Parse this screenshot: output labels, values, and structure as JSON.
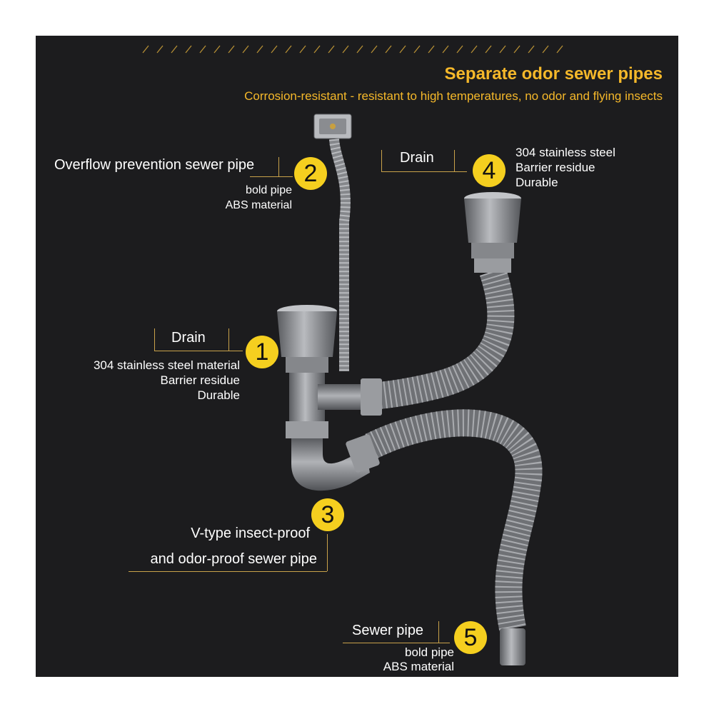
{
  "header": {
    "title": "Separate odor sewer pipes",
    "subtitle": "Corrosion-resistant - resistant to high temperatures, no odor and flying insects"
  },
  "callouts": [
    {
      "number": "1",
      "label": "Drain",
      "lines": [
        "304 stainless steel material",
        "Barrier residue",
        "Durable"
      ]
    },
    {
      "number": "2",
      "label": "Overflow prevention sewer pipe",
      "lines": [
        "bold pipe",
        "ABS material"
      ]
    },
    {
      "number": "3",
      "label": "V-type insect-proof",
      "label2": "and odor-proof sewer pipe"
    },
    {
      "number": "4",
      "label": "Drain",
      "lines": [
        "304 stainless steel",
        "Barrier residue",
        "Durable"
      ]
    },
    {
      "number": "5",
      "label": "Sewer pipe",
      "lines": [
        "bold pipe",
        "ABS material"
      ]
    }
  ],
  "colors": {
    "background": "#1c1c1e",
    "accent": "#f5b82a",
    "badge": "#f5cf1f",
    "pipe": "#8a8c90"
  }
}
